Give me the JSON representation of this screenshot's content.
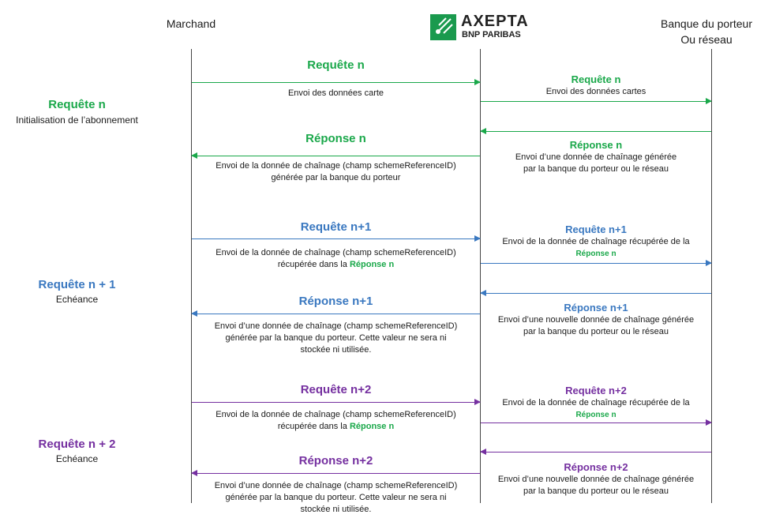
{
  "actors": {
    "merchant": "Marchand",
    "bank_line1": "Banque du porteur",
    "bank_line2": "Ou réseau"
  },
  "logo": {
    "brand": "AXEPTA",
    "sub": "BNP PARIBAS",
    "icon": "bnp-stars-icon"
  },
  "colors": {
    "green": "#1aa84a",
    "blue": "#3a78c0",
    "purple": "#7530a0"
  },
  "phases": [
    {
      "title": "Requête n",
      "subtitle": "Initialisation de l’abonnement"
    },
    {
      "title": "Requête n + 1",
      "subtitle": "Echéance"
    },
    {
      "title": "Requête n + 2",
      "subtitle": "Echéance"
    }
  ],
  "left_messages": {
    "req_n": {
      "title": "Requête n",
      "text": "Envoi des données carte"
    },
    "rep_n": {
      "title": "Réponse n",
      "line1": "Envoi de la donnée de chaînage (champ schemeReferenceID)",
      "line2": "générée par la banque du porteur"
    },
    "req_n1": {
      "title": "Requête n+1",
      "line1": "Envoi de la donnée de chaînage (champ schemeReferenceID)",
      "line2_prefix": "récupérée dans la ",
      "line2_ref": "Réponse n"
    },
    "rep_n1": {
      "title": "Réponse n+1",
      "line1": "Envoi d’une donnée de chaînage (champ schemeReferenceID)",
      "line2": "générée par la banque du porteur. Cette valeur ne sera ni",
      "line3": "stockée ni utilisée."
    },
    "req_n2": {
      "title": "Requête n+2",
      "line1": "Envoi de la donnée de chaînage (champ schemeReferenceID)",
      "line2_prefix": "récupérée dans la ",
      "line2_ref": "Réponse n"
    },
    "rep_n2": {
      "title": "Réponse n+2",
      "line1": "Envoi d’une donnée de chaînage (champ schemeReferenceID)",
      "line2": "générée par la banque du porteur. Cette valeur ne sera ni",
      "line3": "stockée ni utilisée."
    }
  },
  "right_messages": {
    "req_n": {
      "title": "Requête n",
      "text": "Envoi des données cartes"
    },
    "rep_n": {
      "title": "Réponse n",
      "line1": "Envoi d’une donnée de chaînage générée",
      "line2": "par la banque du porteur ou le réseau"
    },
    "req_n1": {
      "title": "Requête n+1",
      "line1": "Envoi de la donnée de chaînage récupérée de la",
      "ref": "Réponse n"
    },
    "rep_n1": {
      "title": "Réponse n+1",
      "line1": "Envoi d’une nouvelle donnée de chaînage générée",
      "line2": "par la banque du porteur ou le réseau"
    },
    "req_n2": {
      "title": "Requête n+2",
      "line1": "Envoi de la donnée de chaînage récupérée de la",
      "ref": "Réponse n"
    },
    "rep_n2": {
      "title": "Réponse n+2",
      "line1": "Envoi d’une nouvelle donnée de chaînage générée",
      "line2": "par la banque du porteur ou le réseau"
    }
  }
}
